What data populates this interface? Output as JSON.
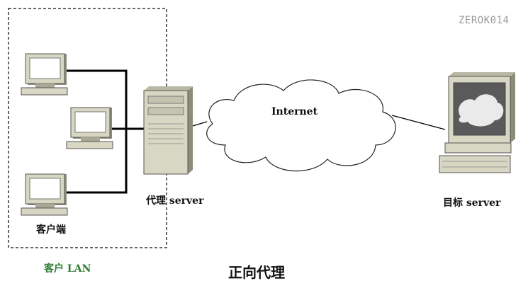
{
  "watermark": "ZEROK014",
  "labels": {
    "internet": "Internet",
    "proxy_server": "代理 server",
    "target_server": "目标 server",
    "clients": "客户端",
    "client_lan": "客户 LAN",
    "title": "正向代理"
  },
  "colors": {
    "line": "#000000",
    "lan_label": "#2e7d32",
    "device_body": "#d7d7c3",
    "device_shadow": "#8c8c7a",
    "screen": "#ffffff",
    "target_screen": "#5a5a5a",
    "target_cloud": "#eaeaea"
  },
  "icons": {
    "clients": "desktop-computer-icon",
    "proxy": "server-tower-icon",
    "internet": "cloud-icon",
    "target": "target-server-monitor-icon"
  }
}
